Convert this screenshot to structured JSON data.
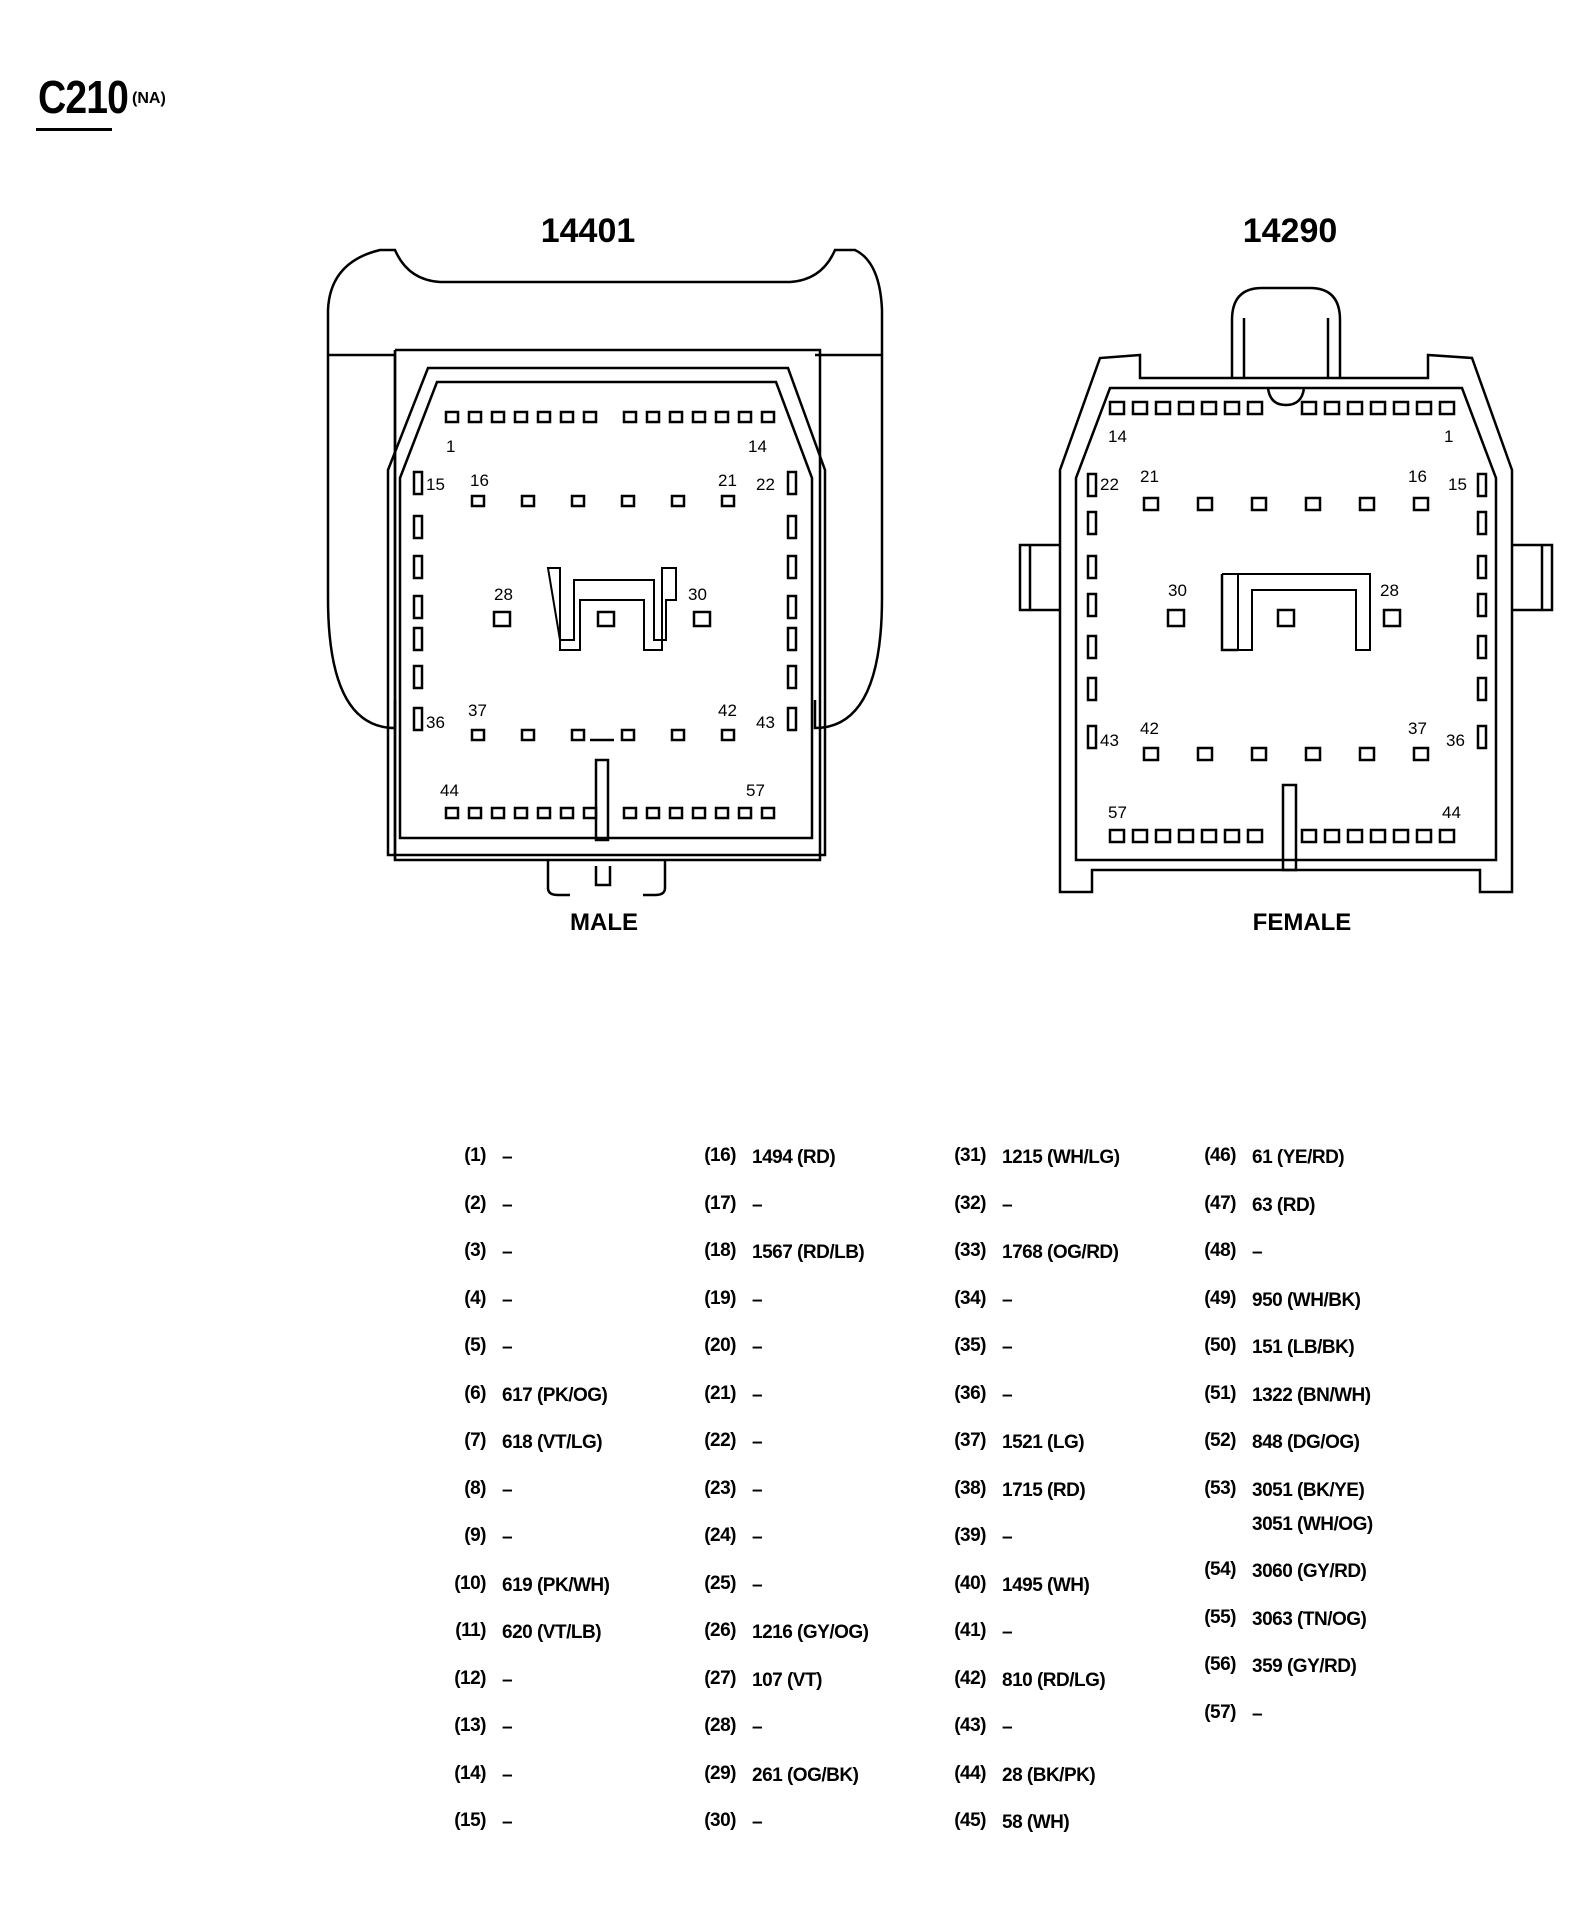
{
  "header": {
    "title": "C210",
    "subtitle": "(NA)"
  },
  "connectors": {
    "male": {
      "part_number": "14401",
      "label": "MALE"
    },
    "female": {
      "part_number": "14290",
      "label": "FEMALE"
    }
  },
  "cavity_labels": {
    "male": [
      "1",
      "14",
      "15",
      "16",
      "21",
      "22",
      "28",
      "30",
      "36",
      "37",
      "42",
      "43",
      "44",
      "57"
    ],
    "female": [
      "14",
      "1",
      "22",
      "21",
      "16",
      "15",
      "30",
      "28",
      "43",
      "42",
      "37",
      "36",
      "57",
      "44"
    ]
  },
  "pinout": [
    {
      "pin": "(1)",
      "circuit": "–"
    },
    {
      "pin": "(2)",
      "circuit": "–"
    },
    {
      "pin": "(3)",
      "circuit": "–"
    },
    {
      "pin": "(4)",
      "circuit": "–"
    },
    {
      "pin": "(5)",
      "circuit": "–"
    },
    {
      "pin": "(6)",
      "circuit": "617 (PK/OG)"
    },
    {
      "pin": "(7)",
      "circuit": "618 (VT/LG)"
    },
    {
      "pin": "(8)",
      "circuit": "–"
    },
    {
      "pin": "(9)",
      "circuit": "–"
    },
    {
      "pin": "(10)",
      "circuit": "619 (PK/WH)"
    },
    {
      "pin": "(11)",
      "circuit": "620 (VT/LB)"
    },
    {
      "pin": "(12)",
      "circuit": "–"
    },
    {
      "pin": "(13)",
      "circuit": "–"
    },
    {
      "pin": "(14)",
      "circuit": "–"
    },
    {
      "pin": "(15)",
      "circuit": "–"
    },
    {
      "pin": "(16)",
      "circuit": "1494 (RD)"
    },
    {
      "pin": "(17)",
      "circuit": "–"
    },
    {
      "pin": "(18)",
      "circuit": "1567 (RD/LB)"
    },
    {
      "pin": "(19)",
      "circuit": "–"
    },
    {
      "pin": "(20)",
      "circuit": "–"
    },
    {
      "pin": "(21)",
      "circuit": "–"
    },
    {
      "pin": "(22)",
      "circuit": "–"
    },
    {
      "pin": "(23)",
      "circuit": "–"
    },
    {
      "pin": "(24)",
      "circuit": "–"
    },
    {
      "pin": "(25)",
      "circuit": "–"
    },
    {
      "pin": "(26)",
      "circuit": "1216 (GY/OG)"
    },
    {
      "pin": "(27)",
      "circuit": "107 (VT)"
    },
    {
      "pin": "(28)",
      "circuit": "–"
    },
    {
      "pin": "(29)",
      "circuit": "261 (OG/BK)"
    },
    {
      "pin": "(30)",
      "circuit": "–"
    },
    {
      "pin": "(31)",
      "circuit": "1215 (WH/LG)"
    },
    {
      "pin": "(32)",
      "circuit": "–"
    },
    {
      "pin": "(33)",
      "circuit": "1768 (OG/RD)"
    },
    {
      "pin": "(34)",
      "circuit": "–"
    },
    {
      "pin": "(35)",
      "circuit": "–"
    },
    {
      "pin": "(36)",
      "circuit": "–"
    },
    {
      "pin": "(37)",
      "circuit": "1521 (LG)"
    },
    {
      "pin": "(38)",
      "circuit": "1715 (RD)"
    },
    {
      "pin": "(39)",
      "circuit": "–"
    },
    {
      "pin": "(40)",
      "circuit": "1495 (WH)"
    },
    {
      "pin": "(41)",
      "circuit": "–"
    },
    {
      "pin": "(42)",
      "circuit": "810 (RD/LG)"
    },
    {
      "pin": "(43)",
      "circuit": "–"
    },
    {
      "pin": "(44)",
      "circuit": "28 (BK/PK)"
    },
    {
      "pin": "(45)",
      "circuit": "58 (WH)"
    },
    {
      "pin": "(46)",
      "circuit": "61 (YE/RD)"
    },
    {
      "pin": "(47)",
      "circuit": "63 (RD)"
    },
    {
      "pin": "(48)",
      "circuit": "–"
    },
    {
      "pin": "(49)",
      "circuit": "950 (WH/BK)"
    },
    {
      "pin": "(50)",
      "circuit": "151 (LB/BK)"
    },
    {
      "pin": "(51)",
      "circuit": "1322 (BN/WH)"
    },
    {
      "pin": "(52)",
      "circuit": "848 (DG/OG)"
    },
    {
      "pin": "(53)",
      "circuit": "3051 (BK/YE)",
      "circuit2": "3051 (WH/OG)"
    },
    {
      "pin": "(54)",
      "circuit": "3060 (GY/RD)"
    },
    {
      "pin": "(55)",
      "circuit": "3063 (TN/OG)"
    },
    {
      "pin": "(56)",
      "circuit": "359 (GY/RD)"
    },
    {
      "pin": "(57)",
      "circuit": "–"
    }
  ]
}
